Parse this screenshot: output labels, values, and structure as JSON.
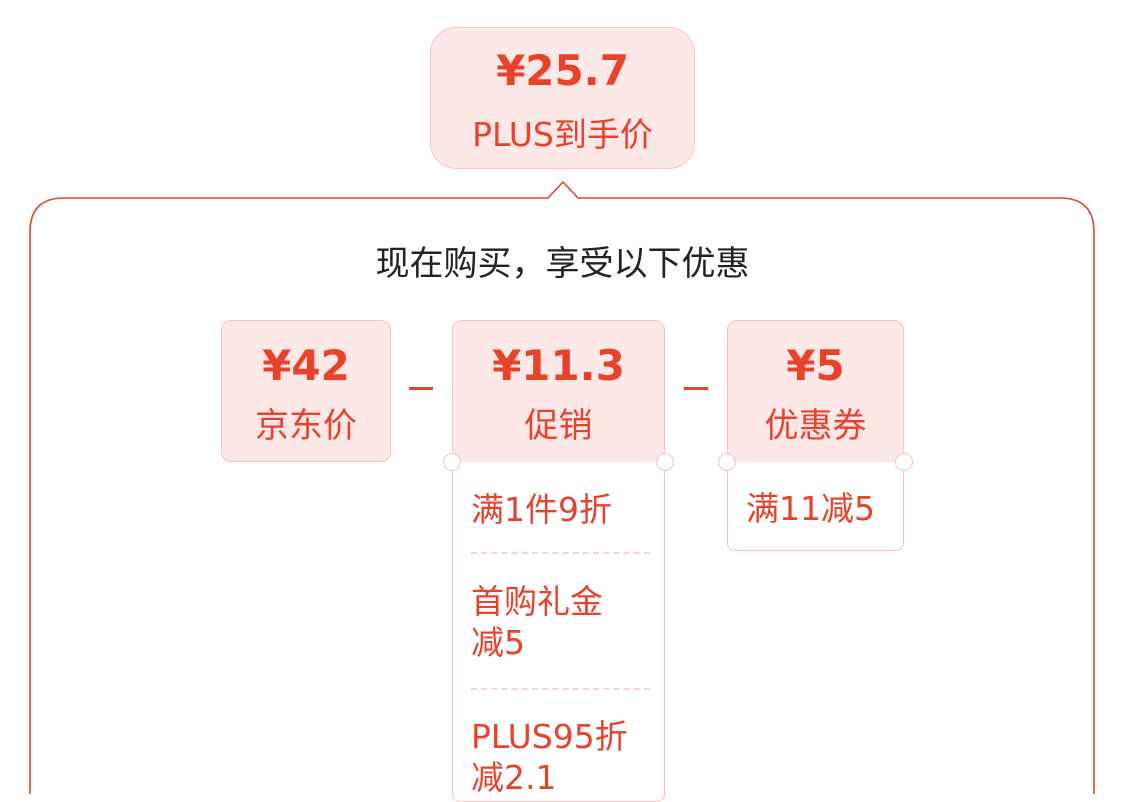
{
  "final_price": {
    "amount": "¥25.7",
    "label": "PLUS到手价"
  },
  "panel": {
    "heading": "现在购买，享受以下优惠"
  },
  "cards": {
    "jd_price": {
      "amount": "¥42",
      "label": "京东价"
    },
    "promotion": {
      "amount": "¥11.3",
      "label": "促销"
    },
    "coupon": {
      "amount": "¥5",
      "label": "优惠券"
    }
  },
  "operators": {
    "minus": "-"
  },
  "promotion_details": [
    {
      "text": "满1件9折"
    },
    {
      "line1": "首购礼金",
      "line2": "减5"
    },
    {
      "line1": "PLUS95折",
      "line2": "减2.1"
    }
  ],
  "coupon_details": [
    {
      "text": "满11减5"
    }
  ],
  "colors": {
    "accent": "#e8412c",
    "card_bg": "#fce8e6",
    "card_border": "#f6c4bf",
    "text_dark": "#222222"
  }
}
